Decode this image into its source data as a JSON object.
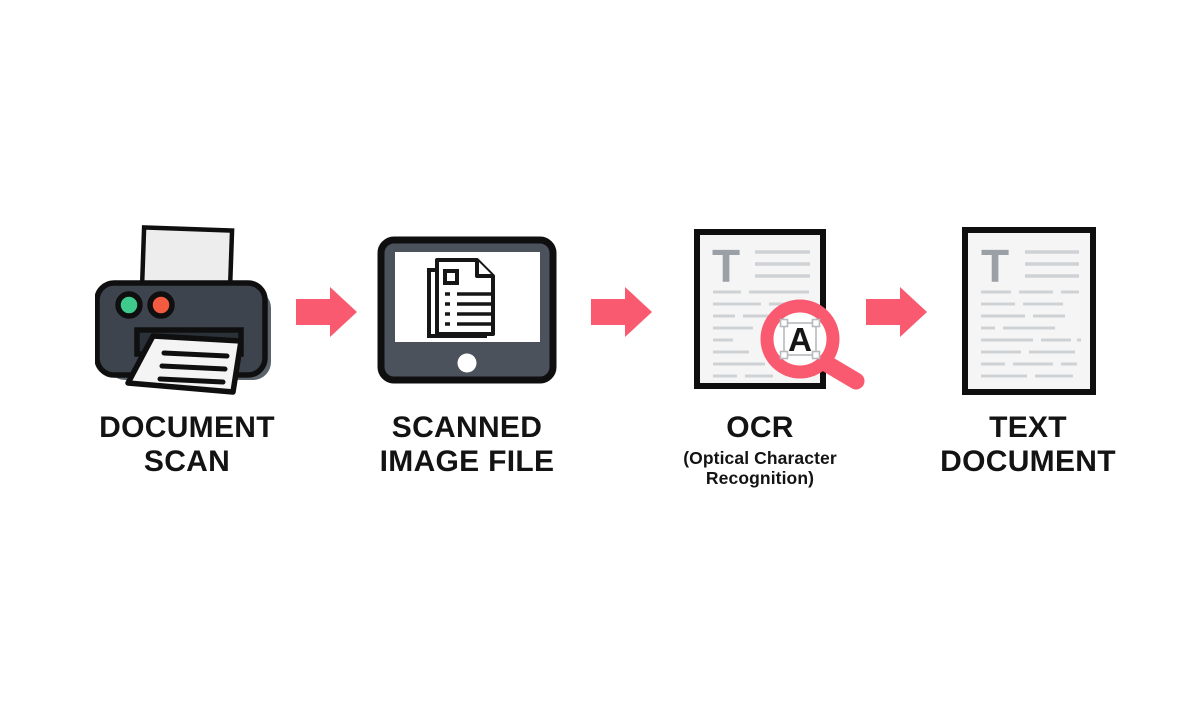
{
  "diagram": {
    "type": "process-flow",
    "stage_count": 4,
    "connector": {
      "icon": "arrow-right-icon",
      "direction": "right"
    }
  },
  "colors": {
    "accent_pink": "#fa5a70",
    "icon_dark": "#3d444e",
    "icon_dark_highlight": "#5b636c",
    "tablet_frame": "#4b525c",
    "button_green": "#3eca8d",
    "button_red": "#f25b3f",
    "document_fill": "#f5f5f6",
    "document_line_gray": "#ced2d5",
    "letter_gray": "#9aa0a6",
    "outline_black": "#0f0f0f",
    "label_black": "#131313",
    "background": "#ffffff"
  },
  "stages": [
    {
      "name": "document-scan",
      "icon": "printer-icon",
      "label_line1": "DOCUMENT",
      "label_line2": "SCAN"
    },
    {
      "name": "scanned-image-file",
      "icon": "tablet-scanned-document-icon",
      "label_line1": "SCANNED",
      "label_line2": "IMAGE FILE"
    },
    {
      "name": "ocr",
      "icon": "document-magnifier-icon",
      "label_line1": "OCR",
      "sub_line1": "(Optical Character",
      "sub_line2": "Recognition)",
      "document_letter": "T",
      "magnified_letter": "A"
    },
    {
      "name": "text-document",
      "icon": "text-document-icon",
      "label_line1": "TEXT",
      "label_line2": "DOCUMENT",
      "document_letter": "T"
    }
  ]
}
